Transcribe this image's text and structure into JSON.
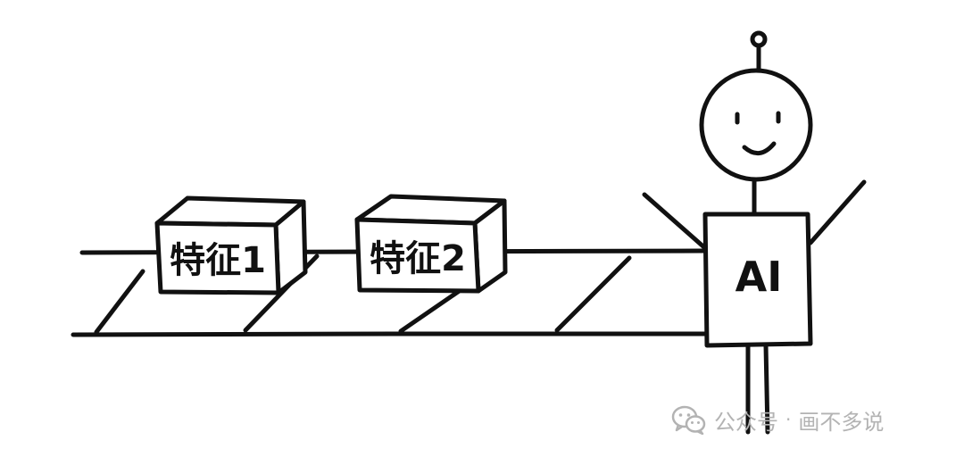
{
  "boxes": [
    {
      "label": "特征1"
    },
    {
      "label": "特征2"
    }
  ],
  "robot": {
    "label": "AI"
  },
  "watermark": {
    "icon": "wechat-icon",
    "source": "公众号",
    "separator": "·",
    "account": "画不多说"
  },
  "colors": {
    "ink": "#111111",
    "watermark": "#b3b3b3",
    "background": "#ffffff"
  }
}
